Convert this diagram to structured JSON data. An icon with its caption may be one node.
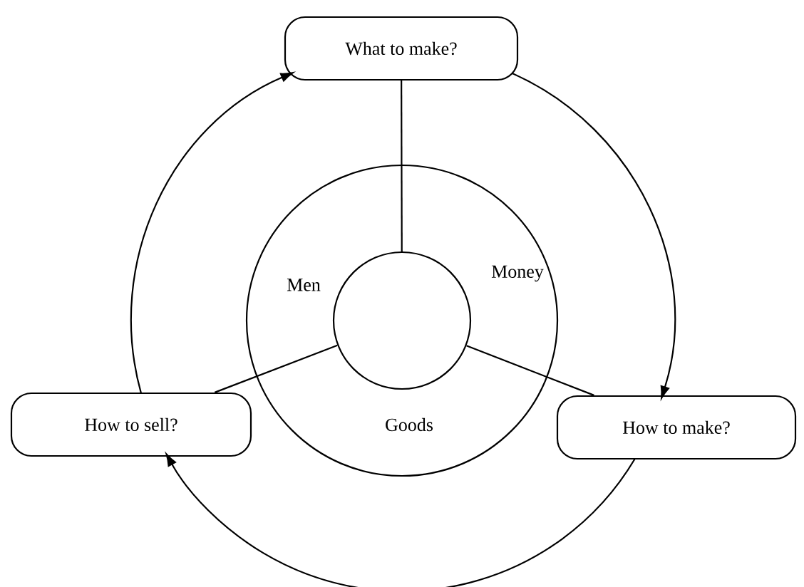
{
  "diagram": {
    "nodes": [
      {
        "text": [
          "What to make?"
        ]
      },
      {
        "text": [
          "Men",
          "Money",
          "Goods"
        ]
      },
      {
        "text": [],
        "shape": "circle",
        "in": 1
      },
      {
        "text": [
          "How to sell?"
        ]
      },
      {
        "text": [
          "How to make?"
        ]
      }
    ],
    "edges": [
      {
        "from": 2,
        "to": 0,
        "arrow": "none"
      },
      {
        "from": 2,
        "to": 3,
        "arrow": "none"
      },
      {
        "from": 2,
        "to": 4,
        "arrow": "none"
      },
      {
        "from": 0,
        "to": 4,
        "arrow": "to"
      },
      {
        "from": 4,
        "to": 3,
        "arrow": "to"
      },
      {
        "from": 3,
        "to": 0,
        "arrow": "to"
      }
    ]
  }
}
